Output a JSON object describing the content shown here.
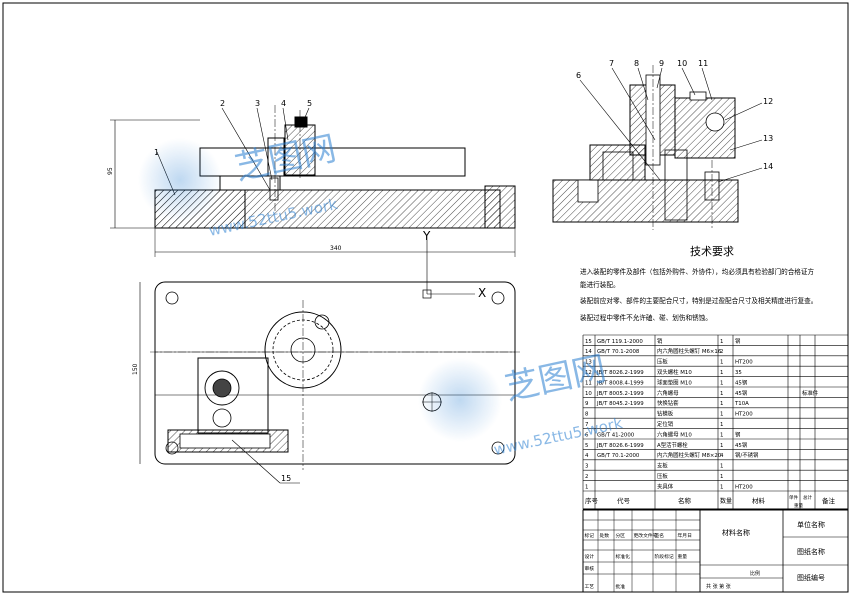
{
  "title_block": {
    "material_label": "材料名称",
    "company_label": "单位名称",
    "drawing_name_label": "图纸名称",
    "drawing_number_label": "图纸编号",
    "scale_label": "比例",
    "sheet_label": "共 张 第 张",
    "rev_rows": [
      [
        "标记",
        "处数",
        "分区",
        "更改文件号",
        "签名",
        "年月日"
      ],
      [
        "设计",
        "",
        "标准化",
        "",
        "阶段标记",
        "重量"
      ],
      [
        "审核",
        "",
        "",
        "",
        "",
        ""
      ],
      [
        "工艺",
        "",
        "批准",
        "",
        "",
        ""
      ]
    ]
  },
  "tech_requirements": {
    "title": "技术要求",
    "lines": [
      "进入装配的零件及部件（包括外购件、外协件），均必须具有检验部门的合格证方",
      "能进行装配。",
      "装配前应对零、部件的主要配合尺寸，特别是过盈配合尺寸及相关精度进行复查。",
      "装配过程中零件不允许磕、碰、划伤和锈蚀。"
    ]
  },
  "bom": {
    "header": {
      "no": "序号",
      "code": "代号",
      "name": "名称",
      "qty": "数量",
      "material": "材料",
      "unit_w": "单件",
      "total_w": "总计",
      "weight": "重量",
      "remark": "备注"
    },
    "rows": [
      {
        "no": "15",
        "code": "GB/T 119.1-2000",
        "name": "销",
        "qty": "1",
        "material": "钢",
        "remark": ""
      },
      {
        "no": "14",
        "code": "GB/T 70.1-2008",
        "name": "内六角圆柱头螺钉 M6×16",
        "qty": "2",
        "material": "",
        "remark": ""
      },
      {
        "no": "13",
        "code": "",
        "name": "压板",
        "qty": "1",
        "material": "HT200",
        "remark": ""
      },
      {
        "no": "12",
        "code": "JB/T 8026.2-1999",
        "name": "双头螺柱 M10",
        "qty": "1",
        "material": "35",
        "remark": ""
      },
      {
        "no": "11",
        "code": "JB/T 8008.4-1999",
        "name": "球面垫圈 M10",
        "qty": "1",
        "material": "45钢",
        "remark": ""
      },
      {
        "no": "10",
        "code": "JB/T 8005.2-1999",
        "name": "六角螺母",
        "qty": "1",
        "material": "45钢",
        "remark": "标准件"
      },
      {
        "no": "9",
        "code": "JB/T 8045.2-1999",
        "name": "快换钻套",
        "qty": "1",
        "material": "T10A",
        "remark": ""
      },
      {
        "no": "8",
        "code": "",
        "name": "钻模板",
        "qty": "1",
        "material": "HT200",
        "remark": ""
      },
      {
        "no": "7",
        "code": "",
        "name": "定位销",
        "qty": "1",
        "material": "",
        "remark": ""
      },
      {
        "no": "6",
        "code": "GB/T 41-2000",
        "name": "六角螺母 M10",
        "qty": "1",
        "material": "钢",
        "remark": ""
      },
      {
        "no": "5",
        "code": "JB/T 8026.6-1999",
        "name": "A型活节螺栓",
        "qty": "1",
        "material": "45钢",
        "remark": ""
      },
      {
        "no": "4",
        "code": "GB/T 70.1-2000",
        "name": "内六角圆柱头螺钉 M8×20",
        "qty": "4",
        "material": "钢/不锈钢",
        "remark": ""
      },
      {
        "no": "3",
        "code": "",
        "name": "支板",
        "qty": "1",
        "material": "",
        "remark": ""
      },
      {
        "no": "2",
        "code": "",
        "name": "压板",
        "qty": "1",
        "material": "",
        "remark": ""
      },
      {
        "no": "1",
        "code": "",
        "name": "夹具体",
        "qty": "1",
        "material": "HT200",
        "remark": ""
      }
    ]
  },
  "balloons": [
    "1",
    "2",
    "3",
    "4",
    "5",
    "6",
    "7",
    "8",
    "9",
    "10",
    "11",
    "12",
    "13",
    "14",
    "15"
  ],
  "dimensions": {
    "length": "340",
    "height": "95",
    "width": "150"
  },
  "axis_labels": {
    "y": "Y",
    "x": "X"
  },
  "watermark": {
    "brand": "芝图网",
    "url": "www.52ttu5.work"
  },
  "colors": {
    "line": "#000000",
    "watermark": "#2a7fd1"
  }
}
